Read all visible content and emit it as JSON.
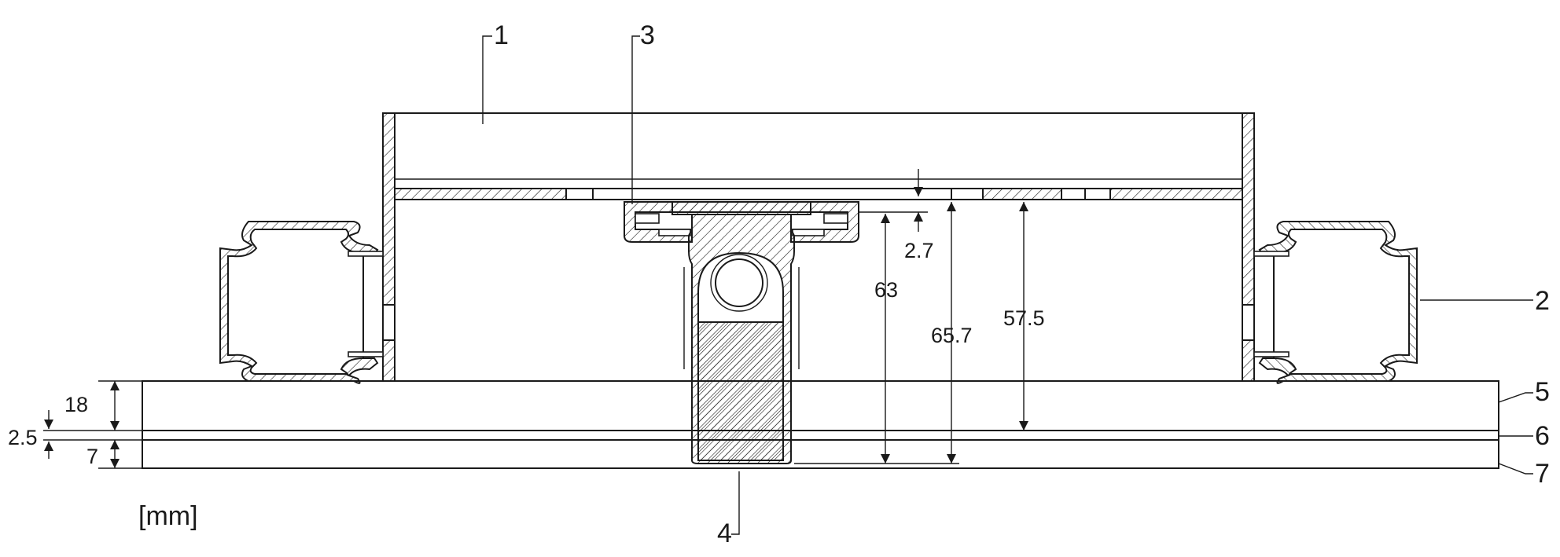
{
  "callouts": {
    "c1": "1",
    "c2": "2",
    "c3": "3",
    "c4": "4",
    "c5": "5",
    "c6": "6",
    "c7": "7"
  },
  "dimensions": {
    "d_2_7": "2.7",
    "d_63": "63",
    "d_65_7": "65.7",
    "d_57_5": "57.5",
    "d_18": "18",
    "d_2_5": "2.5",
    "d_7": "7"
  },
  "unit_label": "[mm]",
  "colors": {
    "line": "#1a1a1a",
    "background": "#ffffff"
  }
}
